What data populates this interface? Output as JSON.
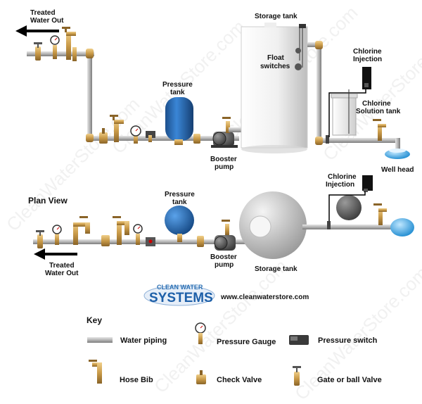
{
  "watermark": "CleanWaterStore.com",
  "labels": {
    "treated_out_line1": "Treated",
    "treated_out_line2": "Water Out",
    "storage_tank": "Storage tank",
    "float_line1": "Float",
    "float_line2": "switches",
    "chlorine_inj_line1": "Chlorine",
    "chlorine_inj_line2": "Injection",
    "chlorine_sol_line1": "Chlorine",
    "chlorine_sol_line2": "Solution tank",
    "pressure_tank_line1": "Pressure",
    "pressure_tank_line2": "tank",
    "booster_line1": "Booster",
    "booster_line2": "pump",
    "well_head": "Well head",
    "plan_view": "Plan View",
    "plan_chlorine_line1": "Chlorine",
    "plan_chlorine_line2": "Injection",
    "plan_pressure_line1": "Pressure",
    "plan_pressure_line2": "tank",
    "plan_booster_line1": "Booster",
    "plan_booster_line2": "pump",
    "plan_storage": "Storage tank",
    "plan_treated_line1": "Treated",
    "plan_treated_line2": "Water Out"
  },
  "logo": {
    "top": "CLEAN WATER",
    "main": "SYSTEMS",
    "url": "www.cleanwaterstore.com"
  },
  "key": {
    "title": "Key",
    "water_piping": "Water piping",
    "pressure_gauge": "Pressure Gauge",
    "pressure_switch": "Pressure switch",
    "hose_bib": "Hose Bib",
    "check_valve": "Check Valve",
    "gate_valve": "Gate or ball Valve"
  },
  "colors": {
    "pipe": "#b9b9b9",
    "brass": "#c79a4c",
    "tank_blue": "#2a6db5",
    "water_blue": "#2a9ad8"
  }
}
